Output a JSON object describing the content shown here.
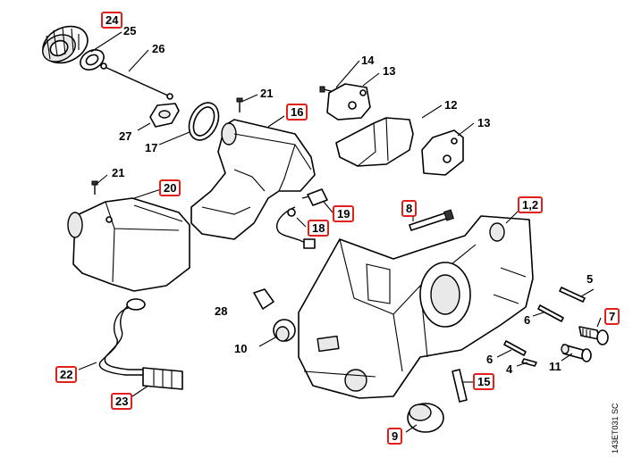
{
  "callouts": [
    {
      "id": "24",
      "highlighted": true
    },
    {
      "id": "25",
      "highlighted": false
    },
    {
      "id": "26",
      "highlighted": false
    },
    {
      "id": "27",
      "highlighted": false
    },
    {
      "id": "17",
      "highlighted": false
    },
    {
      "id": "21a",
      "text": "21",
      "highlighted": false
    },
    {
      "id": "16",
      "highlighted": true
    },
    {
      "id": "14",
      "highlighted": false
    },
    {
      "id": "13a",
      "text": "13",
      "highlighted": false
    },
    {
      "id": "12",
      "highlighted": false
    },
    {
      "id": "13b",
      "text": "13",
      "highlighted": false
    },
    {
      "id": "21b",
      "text": "21",
      "highlighted": false
    },
    {
      "id": "20",
      "highlighted": true
    },
    {
      "id": "19",
      "highlighted": true
    },
    {
      "id": "18",
      "highlighted": true
    },
    {
      "id": "8",
      "highlighted": true
    },
    {
      "id": "1,2",
      "highlighted": true
    },
    {
      "id": "5",
      "highlighted": false
    },
    {
      "id": "28",
      "highlighted": false
    },
    {
      "id": "6a",
      "text": "6",
      "highlighted": false
    },
    {
      "id": "7",
      "highlighted": true
    },
    {
      "id": "10",
      "highlighted": false
    },
    {
      "id": "6b",
      "text": "6",
      "highlighted": false
    },
    {
      "id": "4",
      "highlighted": false
    },
    {
      "id": "11",
      "highlighted": false
    },
    {
      "id": "22",
      "highlighted": true
    },
    {
      "id": "15",
      "highlighted": true
    },
    {
      "id": "23",
      "highlighted": true
    },
    {
      "id": "9",
      "highlighted": true
    }
  ],
  "drawing_code": "143ET031 SC",
  "colors": {
    "highlight_border": "#e0201b",
    "line": "#000000",
    "background": "#ffffff"
  }
}
